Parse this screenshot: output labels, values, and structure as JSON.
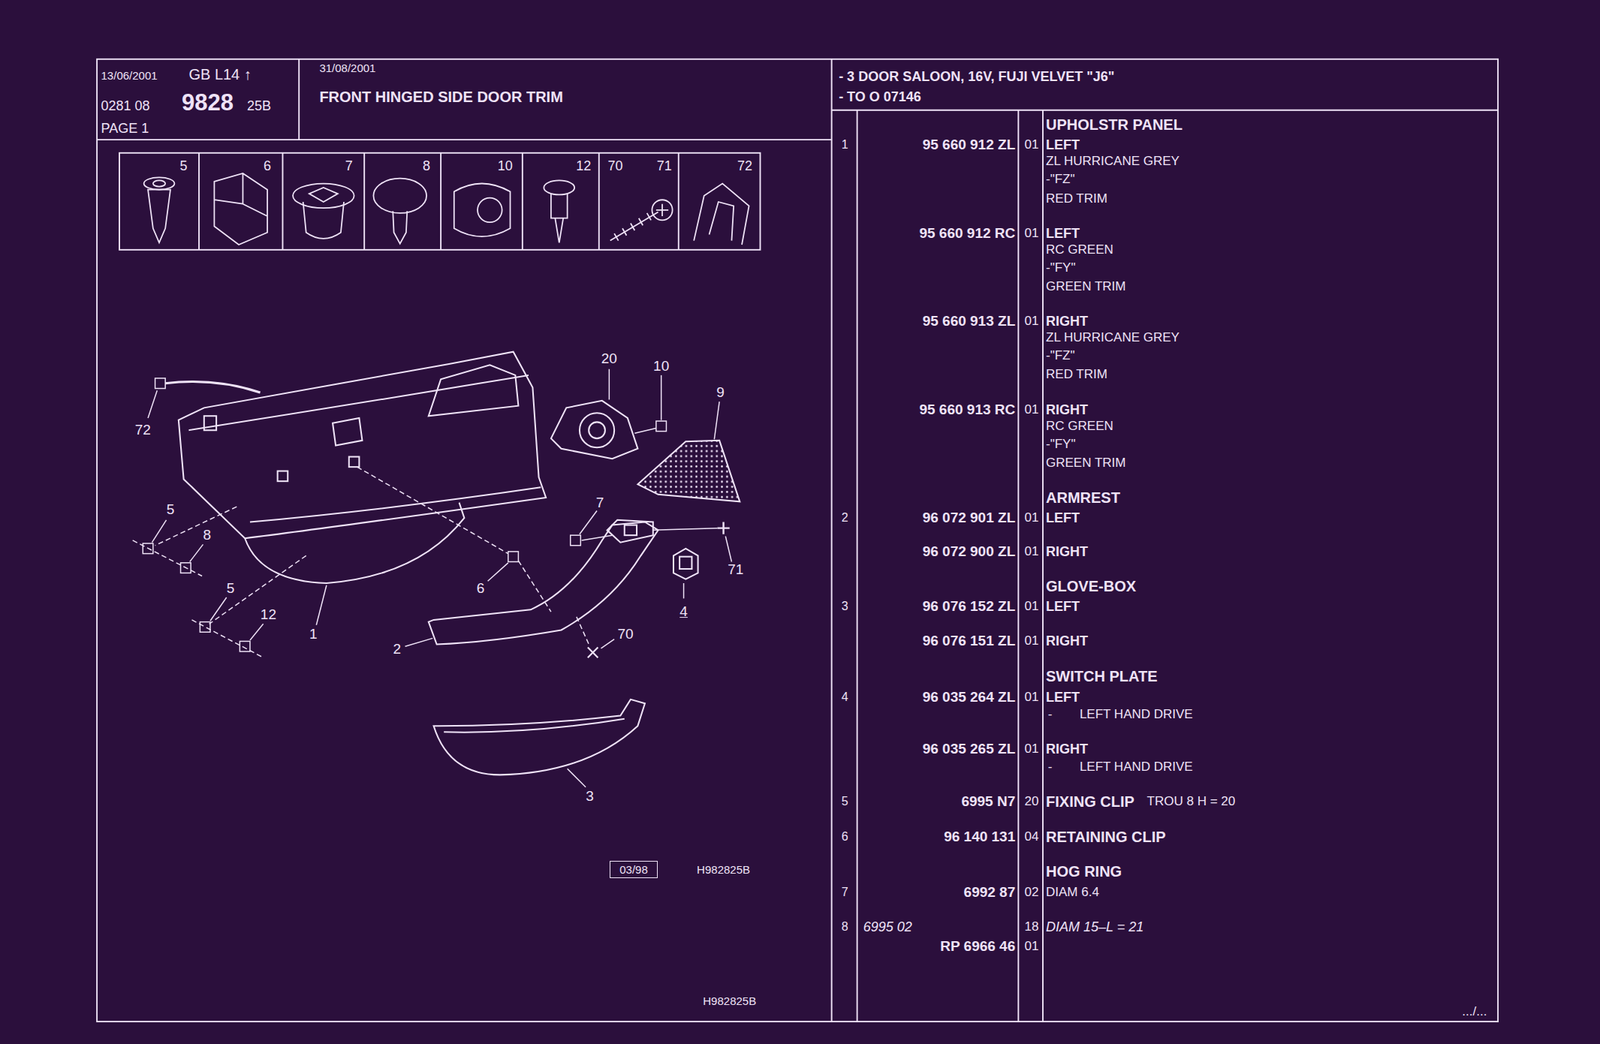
{
  "diagram": {
    "title": "FRONT HINGED SIDE DOOR TRIM",
    "nodes": [
      {
        "text": [
          "13/06/2001",
          "GB L14 ↑",
          "0281 08",
          "9828",
          "25B",
          "PAGE 1"
        ]
      },
      {
        "text": [
          "31/08/2001"
        ]
      },
      {
        "text": [
          "- 3 DOOR SALOON, 16V, FUJI VELVET \"J6\"",
          "- TO O 07146"
        ]
      },
      {
        "text": [
          "5"
        ]
      },
      {
        "text": [
          "6"
        ]
      },
      {
        "text": [
          "7"
        ]
      },
      {
        "text": [
          "8"
        ]
      },
      {
        "text": [
          "10"
        ]
      },
      {
        "text": [
          "12"
        ]
      },
      {
        "text": [
          "70",
          "71"
        ]
      },
      {
        "text": [
          "72"
        ]
      },
      {
        "text": [
          "03/98"
        ]
      }
    ],
    "labels": [
      "72",
      "5",
      "8",
      "5",
      "12",
      "1",
      "2",
      "6",
      "7",
      "71",
      "70",
      "4",
      "3",
      "20",
      "10",
      "9",
      "H982825B",
      "H982825B",
      "UPHOLSTR PANEL",
      "1",
      "95 660 912 ZL",
      "01",
      "LEFT",
      "ZL HURRICANE GREY",
      "-\"FZ\"",
      "RED TRIM",
      "95 660 912 RC",
      "01",
      "LEFT",
      "RC GREEN",
      "-\"FY\"",
      "GREEN TRIM",
      "95 660 913 ZL",
      "01",
      "RIGHT",
      "ZL HURRICANE GREY",
      "-\"FZ\"",
      "RED TRIM",
      "95 660 913 RC",
      "01",
      "RIGHT",
      "RC GREEN",
      "-\"FY\"",
      "GREEN TRIM",
      "ARMREST",
      "2",
      "96 072 901 ZL",
      "01",
      "LEFT",
      "96 072 900 ZL",
      "01",
      "RIGHT",
      "GLOVE-BOX",
      "3",
      "96 076 152 ZL",
      "01",
      "LEFT",
      "96 076 151 ZL",
      "01",
      "RIGHT",
      "SWITCH PLATE",
      "4",
      "96 035 264 ZL",
      "01",
      "LEFT",
      "-",
      "LEFT HAND DRIVE",
      "96 035 265 ZL",
      "01",
      "RIGHT",
      "-",
      "LEFT HAND DRIVE",
      "5",
      "6995 N7",
      "20",
      "FIXING CLIP",
      "TROU 8 H = 20",
      "6",
      "96 140 131",
      "04",
      "RETAINING CLIP",
      "HOG RING",
      "7",
      "6992 87",
      "02",
      "DIAM 6.4",
      "8",
      "6995 02",
      "18",
      "DIAM 15–L = 21",
      "RP 6966 46",
      "01",
      ".../..."
    ]
  }
}
